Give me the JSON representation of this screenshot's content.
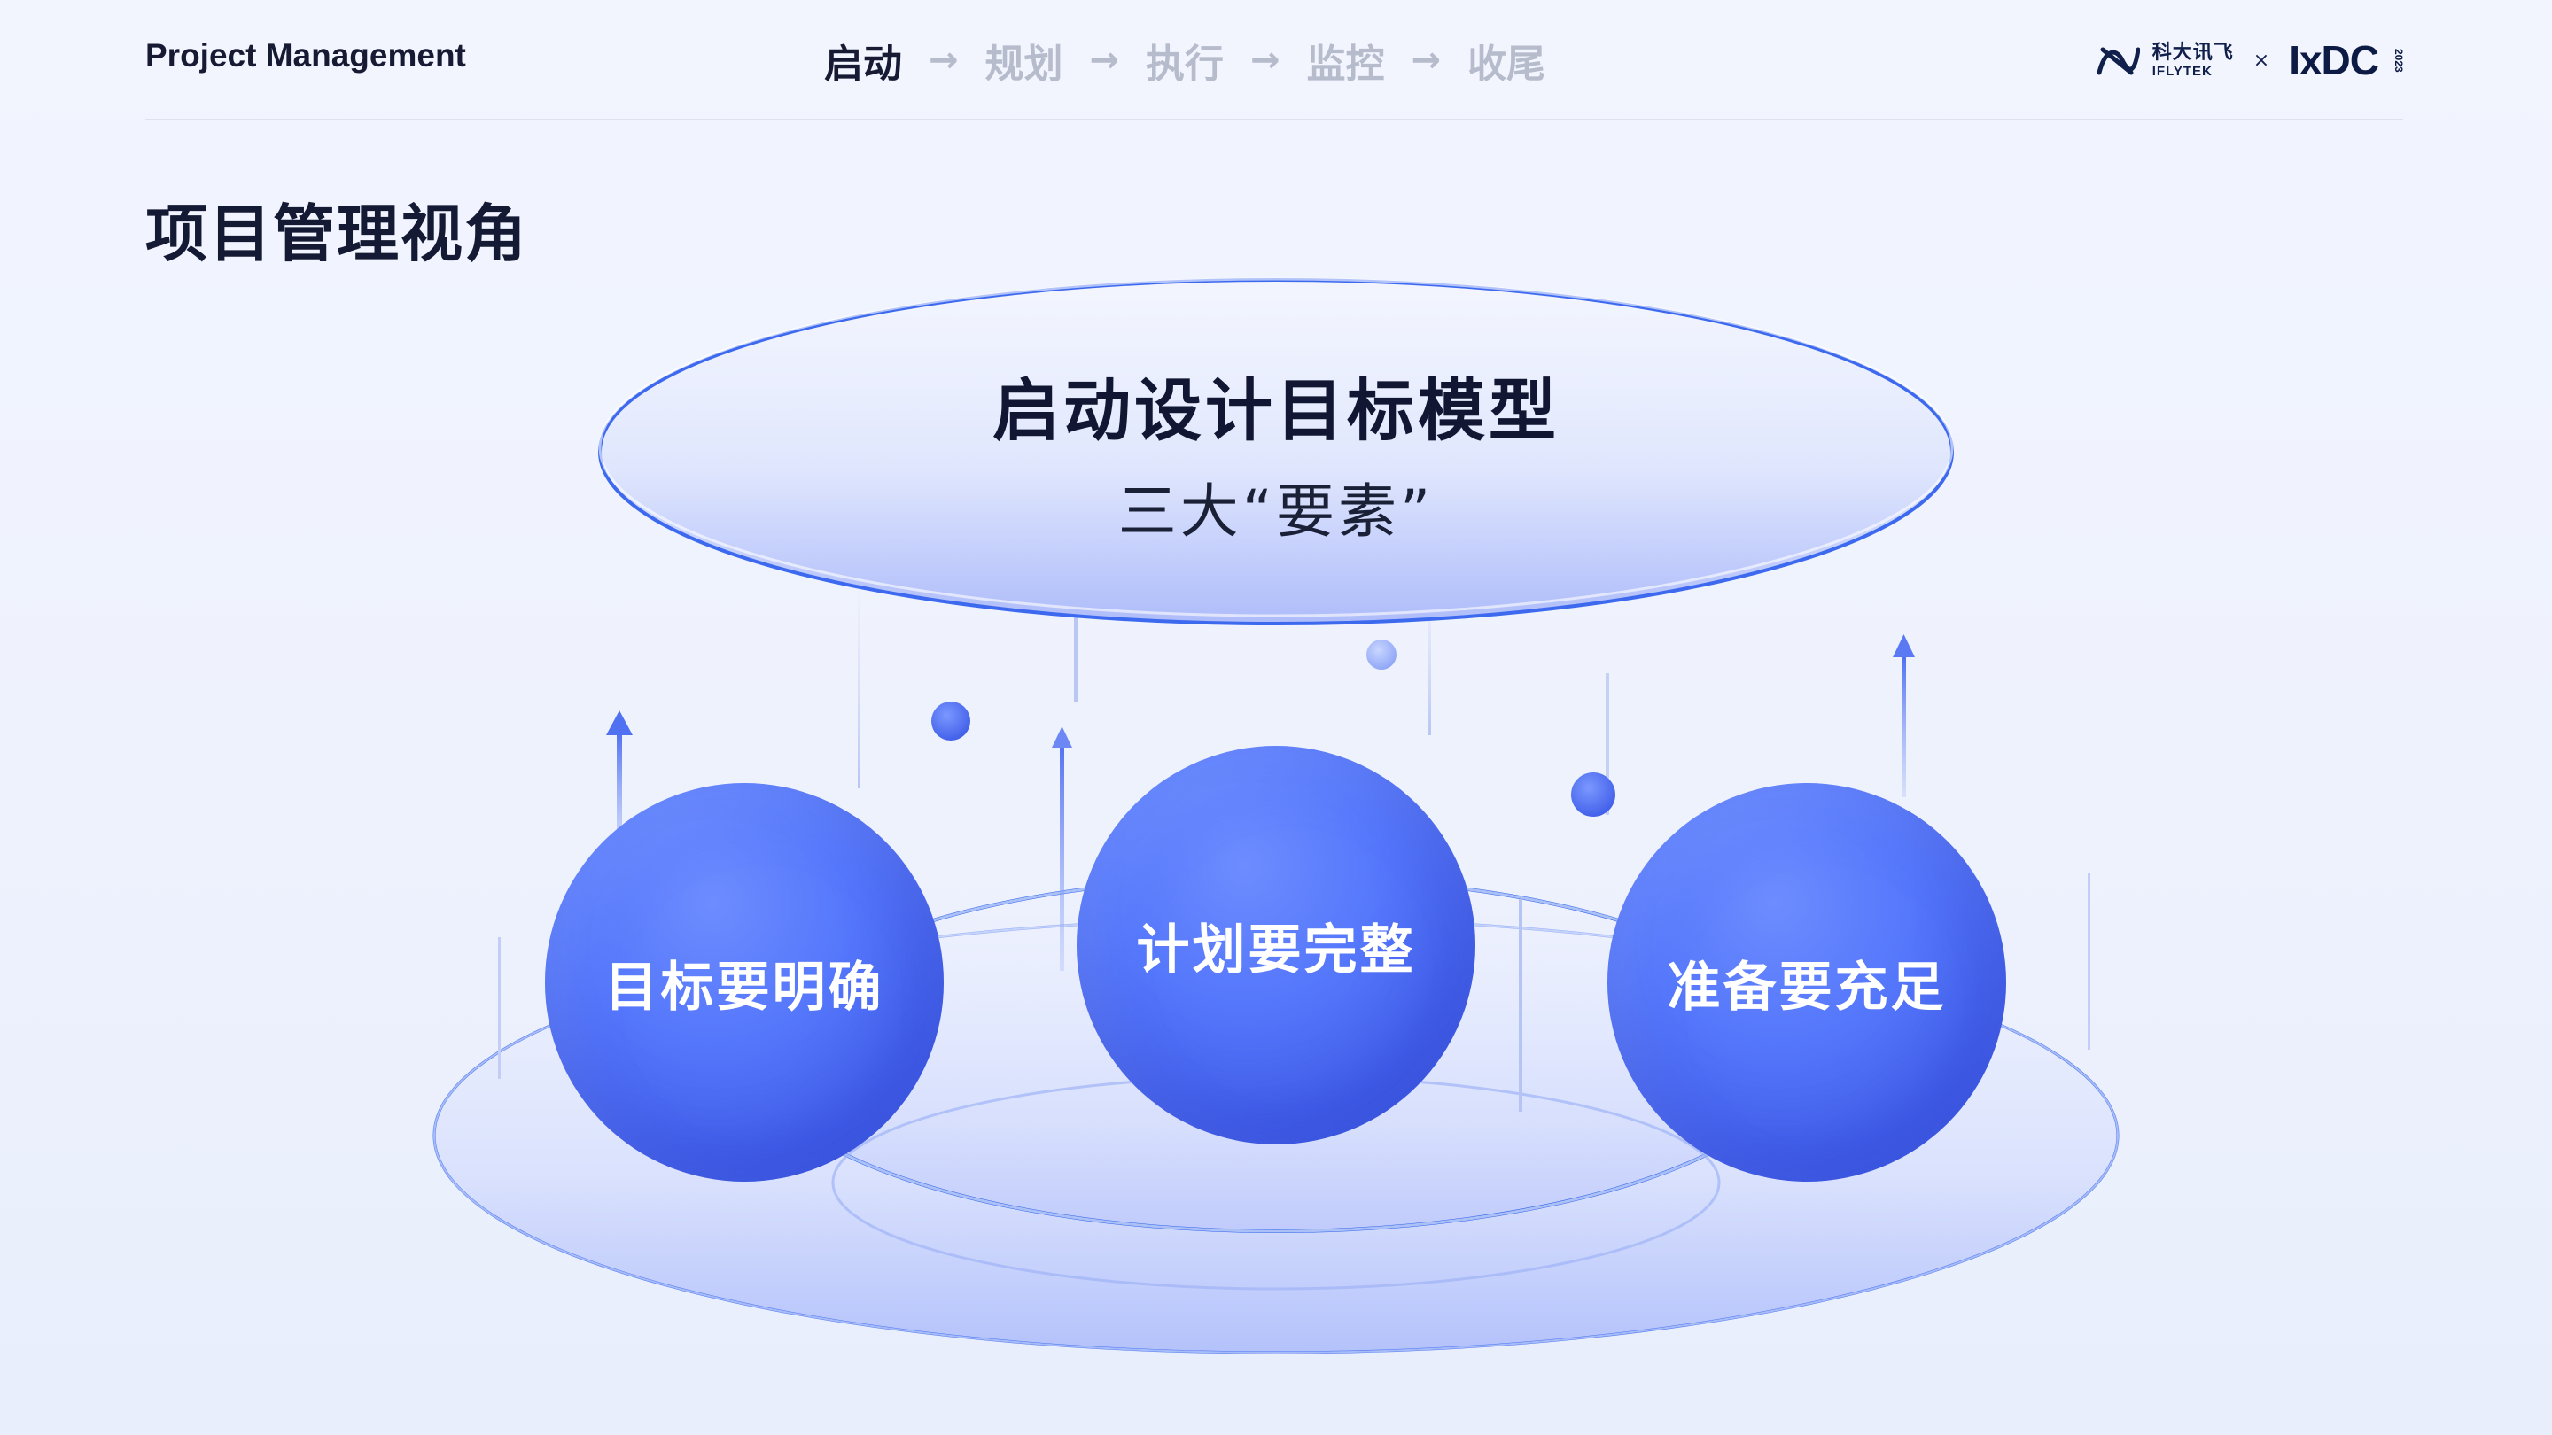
{
  "header": {
    "brand": "Project Management",
    "steps": [
      "启动",
      "规划",
      "执行",
      "监控",
      "收尾"
    ],
    "active_step": "启动",
    "arrow": "→",
    "logo": {
      "partner_cn": "科大讯飞",
      "partner_en": "IFLYTEK",
      "times": "×",
      "event": "IxDC",
      "year": "2023"
    }
  },
  "section_title": "项目管理视角",
  "model": {
    "title": "启动设计目标模型",
    "subtitle": "三大“要素”"
  },
  "elements": [
    {
      "label": "目标要明确"
    },
    {
      "label": "计划要完整"
    },
    {
      "label": "准备要充足"
    }
  ],
  "colors": {
    "accent": "#2f63ea",
    "sphere": "#4d6cf6",
    "text_dark": "#161b33",
    "step_inactive": "#b6bccb"
  }
}
